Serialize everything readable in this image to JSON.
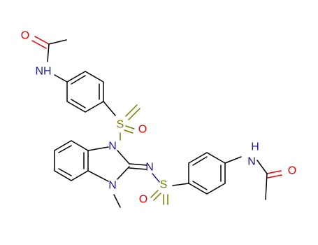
{
  "colors": {
    "bond": "#000000",
    "oxygen": "#e00000",
    "nitrogen": "#1e1e8c",
    "sulfur": "#7a7a00",
    "background": "#ffffff"
  },
  "atoms": {
    "o_top": "O",
    "nh_top": "NH",
    "s_upper": "S",
    "o_upper_sulfonyl": "O",
    "n1_ring": "N",
    "n_imine": "N",
    "s_lower": "S",
    "o_lower_sulfonyl": "O",
    "n3_ring": "N",
    "nh_right_h": "H",
    "nh_right_n": "N",
    "o_right": "O"
  }
}
